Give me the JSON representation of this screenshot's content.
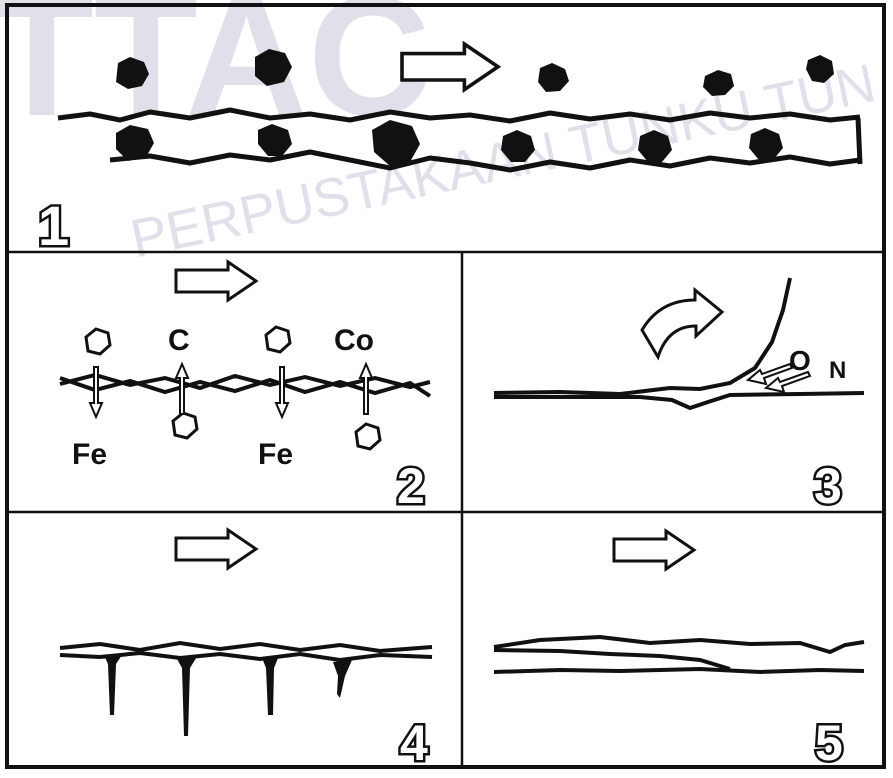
{
  "watermark": {
    "big_letters": "TTAC",
    "arc_text": "PERPUSTAKAAN TUNKU TUN"
  },
  "panels": [
    {
      "id": "1",
      "number": "1"
    },
    {
      "id": "2",
      "number": "2",
      "labels": [
        "C",
        "Co",
        "Fe",
        "Fe"
      ]
    },
    {
      "id": "3",
      "number": "3",
      "labels": [
        "O",
        "N"
      ]
    },
    {
      "id": "4",
      "number": "4"
    },
    {
      "id": "5",
      "number": "5"
    }
  ],
  "colors": {
    "ink": "#111111",
    "watermark": "#c9c6d8",
    "background": "#ffffff"
  }
}
